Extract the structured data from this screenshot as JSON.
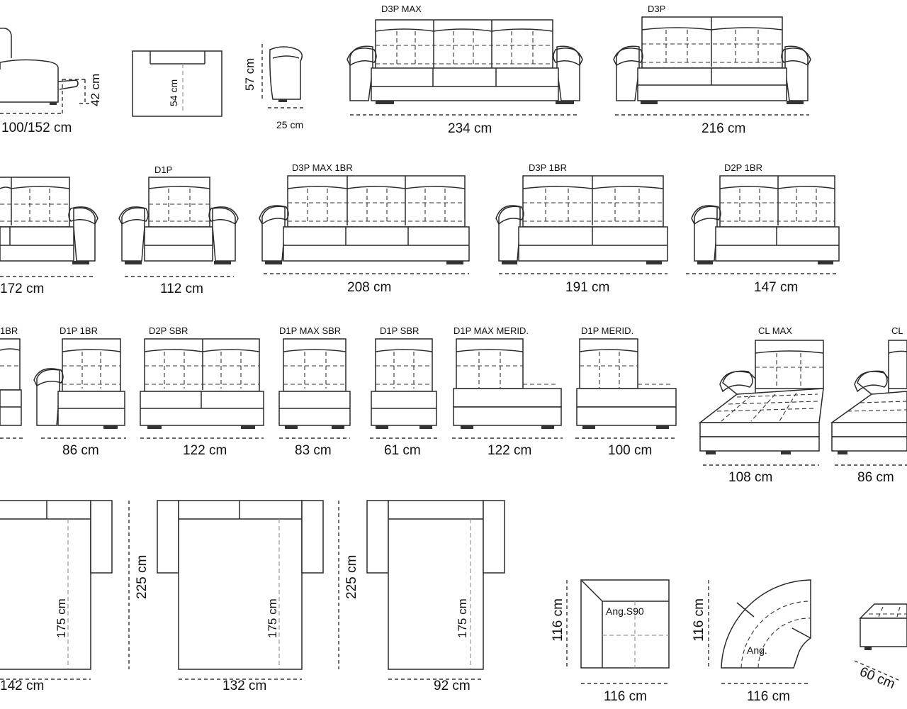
{
  "row1": {
    "recliner_width": "100/152 cm",
    "recliner_height": "42 cm",
    "top_inner": "54 cm",
    "arm_height": "57 cm",
    "arm_width": "25 cm",
    "d3pmax_label": "D3P MAX",
    "d3pmax_width": "234 cm",
    "d3p_label": "D3P",
    "d3p_width": "216 cm"
  },
  "row2": {
    "partial_width": "172 cm",
    "d1p_label": "D1P",
    "d1p_width": "112 cm",
    "d3pmax1br_label": "D3P MAX 1BR",
    "d3pmax1br_width": "208 cm",
    "d3p1br_label": "D3P 1BR",
    "d3p1br_width": "191 cm",
    "d2p1br_label": "D2P 1BR",
    "d2p1br_width": "147 cm"
  },
  "row3": {
    "partial_label": "1BR",
    "d1p1br_label": "D1P 1BR",
    "d1p1br_width": "86 cm",
    "d2psbr_label": "D2P SBR",
    "d2psbr_width": "122 cm",
    "d1pmaxsbr_label": "D1P  MAX SBR",
    "d1pmaxsbr_width": "83 cm",
    "d1psbr_label": "D1P SBR",
    "d1psbr_width": "61 cm",
    "d1pmaxmerid_label": "D1P  MAX MERID.",
    "d1pmaxmerid_width": "122 cm",
    "d1pmerid_label": "D1P MERID.",
    "d1pmerid_width": "100 cm",
    "clmax_label": "CL MAX",
    "clmax_width": "108 cm",
    "cl_label": "CL",
    "cl_width": "86 cm"
  },
  "row4": {
    "bed1_width": "142 cm",
    "bed1_inner": "175 cm",
    "bed1_length": "225 cm",
    "bed2_width": "132 cm",
    "bed2_inner": "175 cm",
    "bed2_length": "225 cm",
    "bed3_width": "92 cm",
    "bed3_inner": "175 cm",
    "corner_label": "Ang.S90",
    "corner_width": "116 cm",
    "corner_height": "116 cm",
    "round_label": "Ang.",
    "round_width": "116 cm",
    "round_height": "116 cm",
    "pouf_depth": "60 cm"
  }
}
